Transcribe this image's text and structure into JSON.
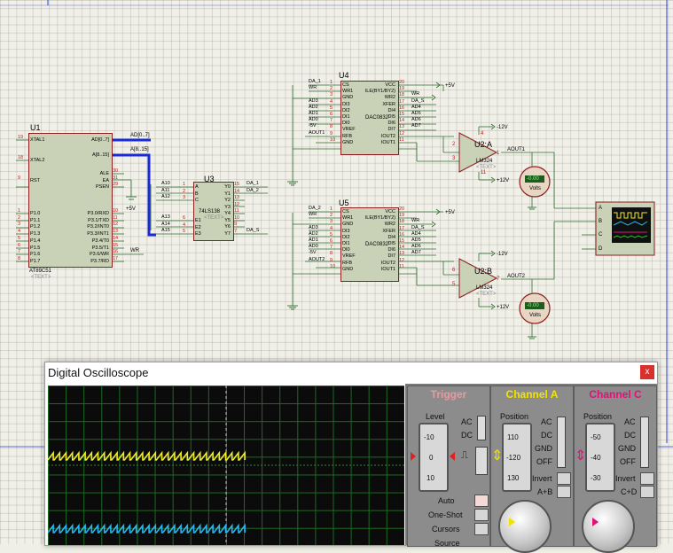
{
  "schematic": {
    "u1": {
      "ref": "U1",
      "part": "AT89C51",
      "text": "<TEXT>",
      "left_pins": [
        {
          "num": "19",
          "name": "XTAL1"
        },
        {
          "num": "18",
          "name": "XTAL2"
        },
        {
          "num": "9",
          "name": "RST"
        },
        {
          "num": "1",
          "name": "P1.0"
        },
        {
          "num": "2",
          "name": "P1.1"
        },
        {
          "num": "3",
          "name": "P1.2"
        },
        {
          "num": "4",
          "name": "P1.3"
        },
        {
          "num": "5",
          "name": "P1.4"
        },
        {
          "num": "6",
          "name": "P1.5"
        },
        {
          "num": "7",
          "name": "P1.6"
        },
        {
          "num": "8",
          "name": "P1.7"
        }
      ],
      "right_pins": [
        {
          "name": "AD[0..7]"
        },
        {
          "name": "A[8..15]"
        },
        {
          "num": "30",
          "name": "ALE"
        },
        {
          "num": "31",
          "name": "EA"
        },
        {
          "num": "29",
          "name": "PSEN"
        },
        {
          "num": "10",
          "name": "P3.0/RXD"
        },
        {
          "num": "11",
          "name": "P3.1/TXD"
        },
        {
          "num": "12",
          "name": "P3.2/INT0"
        },
        {
          "num": "13",
          "name": "P3.3/INT1"
        },
        {
          "num": "14",
          "name": "P3.4/T0"
        },
        {
          "num": "15",
          "name": "P3.5/T1"
        },
        {
          "num": "16",
          "name": "P3.6/WR"
        },
        {
          "num": "17",
          "name": "P3.7/RD"
        }
      ]
    },
    "bus_labels": {
      "ad": "AD[0..7]",
      "a": "A[8..15]"
    },
    "u3": {
      "ref": "U3",
      "part": "74LS138",
      "text": "<TEXT>",
      "inputs": [
        {
          "net": "A10",
          "num": "1",
          "name": "A"
        },
        {
          "net": "A11",
          "num": "2",
          "name": "B"
        },
        {
          "net": "A12",
          "num": "3",
          "name": "C"
        },
        {
          "net": "A13",
          "num": "6",
          "name": "E1"
        },
        {
          "net": "A14",
          "num": "4",
          "name": "E2"
        },
        {
          "net": "A15",
          "num": "5",
          "name": "E3"
        }
      ],
      "outputs": [
        {
          "num": "15",
          "name": "Y0",
          "net": "DA_1"
        },
        {
          "num": "14",
          "name": "Y1",
          "net": "DA_2"
        },
        {
          "num": "13",
          "name": "Y2"
        },
        {
          "num": "12",
          "name": "Y3"
        },
        {
          "num": "11",
          "name": "Y4"
        },
        {
          "num": "10",
          "name": "Y5"
        },
        {
          "num": "9",
          "name": "Y6"
        },
        {
          "num": "7",
          "name": "Y7",
          "net": "DA_S"
        }
      ]
    },
    "u4": {
      "ref": "U4",
      "part": "DAC0832",
      "left_pins": [
        {
          "net": "DA_1",
          "num": "1",
          "name": "CS"
        },
        {
          "net": "WR",
          "num": "2",
          "name": "WR1"
        },
        {
          "num": "3",
          "name": "GND"
        },
        {
          "net": "AD3",
          "num": "4",
          "name": "DI3"
        },
        {
          "net": "AD2",
          "num": "5",
          "name": "DI2"
        },
        {
          "net": "AD1",
          "num": "6",
          "name": "DI1"
        },
        {
          "net": "AD0",
          "num": "7",
          "name": "DI0"
        },
        {
          "net": "-5V",
          "num": "8",
          "name": "VREF"
        },
        {
          "net": "AOUT1",
          "num": "9",
          "name": "RFB"
        },
        {
          "num": "10",
          "name": "GND"
        }
      ],
      "right_pins": [
        {
          "num": "20",
          "name": "VCC"
        },
        {
          "num": "19",
          "name": "ILE(BY1/BY2)"
        },
        {
          "net": "WR",
          "num": "18",
          "name": "WR2"
        },
        {
          "net": "DA_S",
          "num": "17",
          "name": "XFER"
        },
        {
          "net": "AD4",
          "num": "16",
          "name": "DI4"
        },
        {
          "net": "AD5",
          "num": "15",
          "name": "DI5"
        },
        {
          "net": "AD6",
          "num": "14",
          "name": "DI6"
        },
        {
          "net": "AD7",
          "num": "13",
          "name": "DI7"
        },
        {
          "num": "12",
          "name": "IOUT2"
        },
        {
          "num": "11",
          "name": "IOUT1"
        }
      ],
      "supply": "+5V"
    },
    "u5": {
      "ref": "U5",
      "part": "DAC0832",
      "left_pins": [
        {
          "net": "DA_2",
          "num": "1",
          "name": "CS"
        },
        {
          "net": "WR",
          "num": "2",
          "name": "WR1"
        },
        {
          "num": "3",
          "name": "GND"
        },
        {
          "net": "AD3",
          "num": "4",
          "name": "DI3"
        },
        {
          "net": "AD2",
          "num": "5",
          "name": "DI2"
        },
        {
          "net": "AD1",
          "num": "6",
          "name": "DI1"
        },
        {
          "net": "AD0",
          "num": "7",
          "name": "DI0"
        },
        {
          "net": "-5V",
          "num": "8",
          "name": "VREF"
        },
        {
          "net": "AOUT2",
          "num": "9",
          "name": "RFB"
        },
        {
          "num": "10",
          "name": "GND"
        }
      ],
      "right_pins": [
        {
          "num": "20",
          "name": "VCC"
        },
        {
          "num": "19",
          "name": "ILE(BY1/BY2)"
        },
        {
          "net": "WR",
          "num": "18",
          "name": "WR2"
        },
        {
          "net": "DA_S",
          "num": "17",
          "name": "XFER"
        },
        {
          "net": "AD4",
          "num": "16",
          "name": "DI4"
        },
        {
          "net": "AD5",
          "num": "15",
          "name": "DI5"
        },
        {
          "net": "AD6",
          "num": "14",
          "name": "DI6"
        },
        {
          "net": "AD7",
          "num": "13",
          "name": "DI7"
        },
        {
          "num": "12",
          "name": "IOUT2"
        },
        {
          "num": "11",
          "name": "IOUT1"
        }
      ],
      "supply": "+5V"
    },
    "u2a": {
      "ref": "U2:A",
      "part": "LM324",
      "text": "<TEXT>",
      "pins": [
        "2",
        "3",
        "1",
        "4",
        "11"
      ],
      "neg": "-12V",
      "pos": "+12V",
      "out": "AOUT1"
    },
    "u2b": {
      "ref": "U2:B",
      "part": "LM324",
      "text": "<TEXT>",
      "pins": [
        "6",
        "5",
        "7"
      ],
      "neg": "-12V",
      "pos": "+12V",
      "out": "AOUT2"
    },
    "voltmeter1": {
      "reading": "-0.00",
      "unit": "Volts"
    },
    "voltmeter2": {
      "reading": "-0.00",
      "unit": "Volts"
    },
    "scope_inputs": [
      "A",
      "B",
      "C",
      "D"
    ],
    "ea_supply": "+5V",
    "wr_net": "WR",
    "minus5": "-5V"
  },
  "oscilloscope": {
    "title": "Digital Oscilloscope",
    "close": "x",
    "trigger": {
      "title": "Trigger",
      "level_label": "Level",
      "scale": [
        "-10",
        "0",
        "10"
      ],
      "ac": "AC",
      "dc": "DC",
      "auto": "Auto",
      "one_shot": "One-Shot",
      "cursors": "Cursors",
      "source": "Source"
    },
    "channel_a": {
      "title": "Channel A",
      "position_label": "Position",
      "scale": [
        "110",
        "-120",
        "130"
      ],
      "ac": "AC",
      "dc": "DC",
      "gnd": "GND",
      "off": "OFF",
      "invert": "Invert",
      "combo": "A+B",
      "color": "#f2e200"
    },
    "channel_c": {
      "title": "Channel C",
      "position_label": "Position",
      "scale": [
        "-50",
        "-40",
        "-30"
      ],
      "ac": "AC",
      "dc": "DC",
      "gnd": "GND",
      "off": "OFF",
      "invert": "Invert",
      "combo": "C+D",
      "color": "#e0127a"
    },
    "trace_colors": {
      "a": "#f0ea2a",
      "b": "#2ab7f0"
    }
  }
}
